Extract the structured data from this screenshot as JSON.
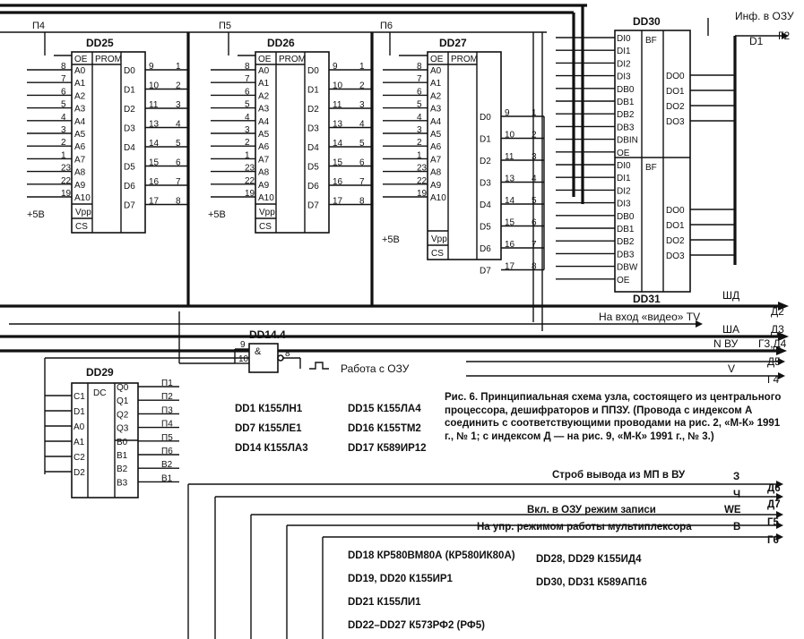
{
  "bus_labels": {
    "p4": "П4",
    "p5": "П5",
    "p6": "П6",
    "info": "Инф. в ОЗУ",
    "d1": "D1",
    "g2": "Г2",
    "shd": "ШД",
    "d2": "Д2",
    "video": "На вход «видео» TV",
    "d3": "Д3",
    "sha": "ША",
    "g3d4": "Г3,Д4",
    "nvu": "N ВУ",
    "d5": "Д5",
    "v": "V",
    "g4": "Г4"
  },
  "chips": {
    "dd25": "DD25",
    "dd26": "DD26",
    "dd27": "DD27",
    "dd30": "DD30",
    "dd31": "DD31",
    "dd29": "DD29",
    "dd144": "DD14.4",
    "prom": "PROM",
    "oe": "OE",
    "vpp": "Vpp",
    "cs": "CS",
    "plus5": "+5В",
    "bf": "BF",
    "dc": "DC",
    "amp": "&",
    "addr": [
      "A0",
      "A1",
      "A2",
      "A3",
      "A4",
      "A5",
      "A6",
      "A7",
      "A8",
      "A9",
      "A10"
    ],
    "data": [
      "D0",
      "D1",
      "D2",
      "D3",
      "D4",
      "D5",
      "D6",
      "D7"
    ],
    "bf_in": [
      "DI0",
      "DI1",
      "DI2",
      "DI3",
      "DB0",
      "DB1",
      "DB2",
      "DB3",
      "DBIN",
      "OE"
    ],
    "bf_out": [
      "DO0",
      "DO1",
      "DO2",
      "DO3"
    ],
    "bf2_in": [
      "DI0",
      "DI1",
      "DI2",
      "DI3",
      "DB0",
      "DB1",
      "DB2",
      "DB3",
      "DBW",
      "OE"
    ],
    "dc_in": [
      "C1",
      "D1",
      "A0",
      "A1",
      "C2",
      "D2"
    ],
    "dc_out": [
      "Q0",
      "Q1",
      "Q2",
      "Q3",
      "B0",
      "B1",
      "B2",
      "B3"
    ],
    "p_out": [
      "П1",
      "П2",
      "П3",
      "П4",
      "П5",
      "П6",
      "В2",
      "В1"
    ]
  },
  "work_ozu": "Работа с ОЗУ",
  "caption": "Рис. 6. Принципиальная схема узла, состоящего из центрального процессора, дешифраторов и ППЗУ. (Провода с индексом А соединить с соответствующими проводами на рис. 2, «М-К» 1991 г., № 1; с индексом Д — на рис. 9, «М-К» 1991 г., № 3.)",
  "parts_a": [
    {
      "ref": "DD1",
      "type": "К155ЛН1"
    },
    {
      "ref": "DD7",
      "type": "К155ЛЕ1"
    },
    {
      "ref": "DD14",
      "type": "К155ЛА3"
    }
  ],
  "parts_b": [
    {
      "ref": "DD15",
      "type": "К155ЛА4"
    },
    {
      "ref": "DD16",
      "type": "К155ТМ2"
    },
    {
      "ref": "DD17",
      "type": "К589ИР12"
    }
  ],
  "signals": [
    {
      "label": "Строб вывода из МП в ВУ",
      "code": "З",
      "dest": "Д6"
    },
    {
      "label": "",
      "code": "Ч",
      "dest": "Д7"
    },
    {
      "label": "Вкл. в ОЗУ режим записи",
      "code": "WE",
      "dest": "Г5"
    },
    {
      "label": "На упр. режимом работы мультиплексора",
      "code": "В",
      "dest": "Г6"
    }
  ],
  "parts_c": [
    {
      "ref": "DD18",
      "type": "КР580ВМ80А (КР580ИК80А)"
    },
    {
      "ref": "DD19, DD20",
      "type": "К155ИР1"
    },
    {
      "ref": "DD21",
      "type": "К155ЛИ1"
    },
    {
      "ref": "DD22–DD27",
      "type": "К573РФ2 (РФ5)"
    }
  ],
  "parts_d": [
    {
      "ref": "DD28, DD29",
      "type": "К155ИД4"
    },
    {
      "ref": "DD30, DD31",
      "type": "К589АП16"
    }
  ]
}
